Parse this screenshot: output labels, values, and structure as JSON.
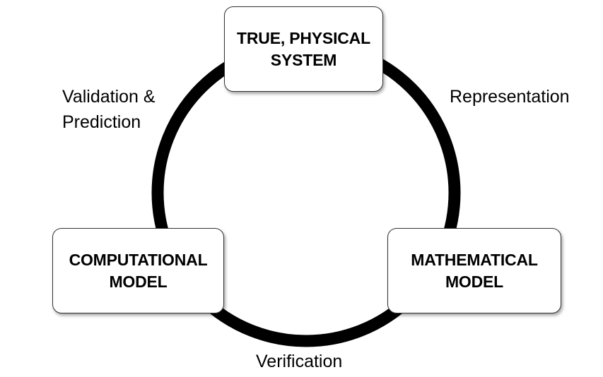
{
  "nodes": {
    "physical": "TRUE, PHYSICAL\nSYSTEM",
    "mathematical": "MATHEMATICAL\nMODEL",
    "computational": "COMPUTATIONAL\nMODEL"
  },
  "edges": {
    "representation": "Representation",
    "validation": "Validation &\nPrediction",
    "verification": "Verification"
  },
  "colors": {
    "ring": "#000000",
    "box_border": "#333333",
    "box_fill": "#ffffff"
  }
}
